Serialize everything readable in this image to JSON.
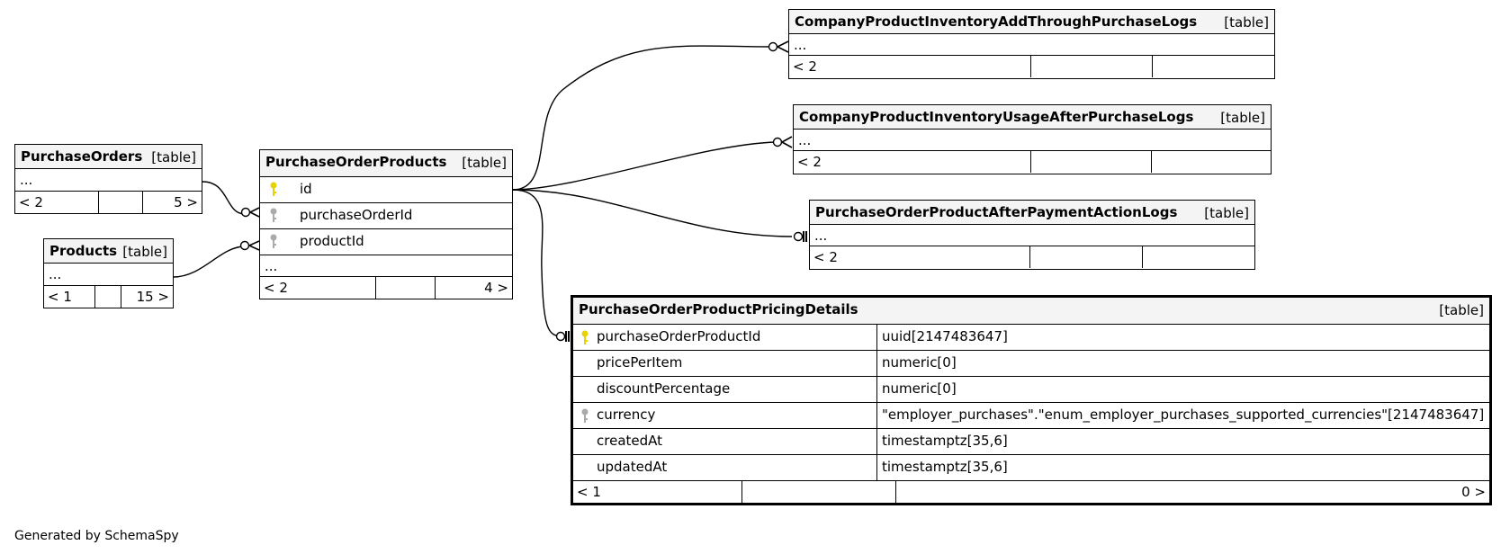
{
  "tables": {
    "purchase_orders": {
      "name": "PurchaseOrders",
      "kind": "[table]",
      "ellipsis": "...",
      "foot_left": "< 2",
      "foot_right": "5 >"
    },
    "products": {
      "name": "Products",
      "kind": "[table]",
      "ellipsis": "...",
      "foot_left": "< 1",
      "foot_right": "15 >"
    },
    "purchase_order_products": {
      "name": "PurchaseOrderProducts",
      "kind": "[table]",
      "columns": [
        "id",
        "purchaseOrderId",
        "productId"
      ],
      "ellipsis": "...",
      "foot_left": "< 2",
      "foot_right": "4 >"
    },
    "inventory_add_logs": {
      "name": "CompanyProductInventoryAddThroughPurchaseLogs",
      "kind": "[table]",
      "ellipsis": "...",
      "foot_left": "< 2"
    },
    "inventory_usage_logs": {
      "name": "CompanyProductInventoryUsageAfterPurchaseLogs",
      "kind": "[table]",
      "ellipsis": "...",
      "foot_left": "< 2"
    },
    "payment_action_logs": {
      "name": "PurchaseOrderProductAfterPaymentActionLogs",
      "kind": "[table]",
      "ellipsis": "...",
      "foot_left": "< 2"
    },
    "pricing_details": {
      "name": "PurchaseOrderProductPricingDetails",
      "kind": "[table]",
      "columns": [
        {
          "name": "purchaseOrderProductId",
          "type": "uuid[2147483647]",
          "key": "primary"
        },
        {
          "name": "pricePerItem",
          "type": "numeric[0]",
          "key": "none"
        },
        {
          "name": "discountPercentage",
          "type": "numeric[0]",
          "key": "none"
        },
        {
          "name": "currency",
          "type": "\"employer_purchases\".\"enum_employer_purchases_supported_currencies\"[2147483647]",
          "key": "foreign"
        },
        {
          "name": "createdAt",
          "type": "timestamptz[35,6]",
          "key": "none"
        },
        {
          "name": "updatedAt",
          "type": "timestamptz[35,6]",
          "key": "none"
        }
      ],
      "foot_left": "< 1",
      "foot_right": "0 >"
    }
  },
  "footer": {
    "generated_by": "Generated by SchemaSpy"
  },
  "colors": {
    "primary_key": "#e6d200",
    "foreign_key": "#aaaaaa",
    "header_bg": "#f4f4f4",
    "line": "#000000"
  }
}
